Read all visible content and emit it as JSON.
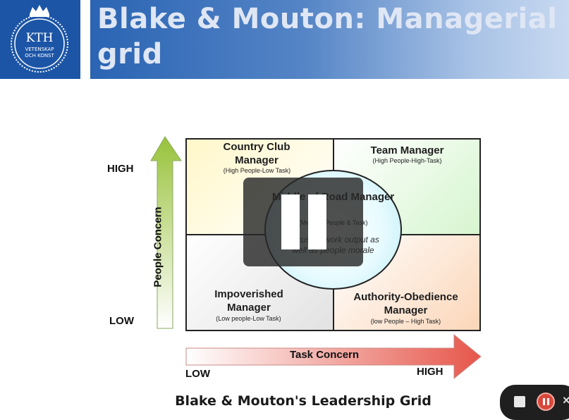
{
  "slide": {
    "title": "Blake & Mouton: Managerial grid",
    "logo_text": "KTH",
    "logo_subtext_1": "VETENSKAP",
    "logo_subtext_2": "OCH KONST",
    "caption": "Blake & Mouton's Leadership Grid"
  },
  "grid": {
    "country_club": {
      "title": "Country Club Manager",
      "sub": "(High People-Low Task)"
    },
    "team": {
      "title": "Team Manager",
      "sub": "(High People-High-Task)"
    },
    "impoverished": {
      "title": "Impoverished Manager",
      "sub": "(Low people-Low Task)"
    },
    "authority": {
      "title": "Authority-Obedience Manager",
      "sub": "(low People – High Task)"
    },
    "middle": {
      "title": "Middle of Road Manager",
      "sub": "(Medium People & Task)",
      "desc": "Focus on work output as well as people morale"
    }
  },
  "axes": {
    "y_label": "People Concern",
    "y_high": "HIGH",
    "y_low": "LOW",
    "x_label": "Task Concern",
    "x_low": "LOW",
    "x_high": "HIGH"
  },
  "player": {
    "state": "paused",
    "center_icon": "pause-icon",
    "controls": [
      "stop-icon",
      "pause-icon",
      "close-icon"
    ],
    "record_color": "#d9473b"
  },
  "colors": {
    "header_blue": "#1c55a6",
    "arrow_green": "#9cc23a",
    "arrow_red": "#e2564a"
  }
}
